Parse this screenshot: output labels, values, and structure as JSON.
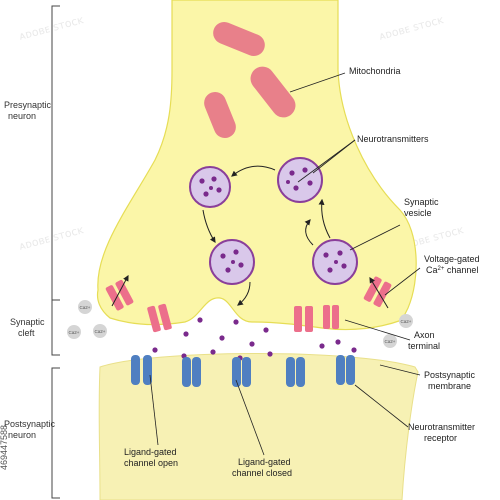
{
  "side_labels": {
    "presynaptic": [
      "Presynaptic",
      "neuron"
    ],
    "cleft": [
      "Synaptic",
      "cleft"
    ],
    "postsynaptic": [
      "Postsynaptic",
      "neuron"
    ]
  },
  "labels": {
    "mitochondria": "Mitochondria",
    "neurotransmitters": "Neurotransmitters",
    "synaptic_vesicle": [
      "Synaptic",
      "vesicle"
    ],
    "voltage_gated": [
      "Voltage-gated",
      "Ca",
      "2+",
      " channel"
    ],
    "axon_terminal": [
      "Axon",
      "terminal"
    ],
    "postsynaptic_membrane": [
      "Postsynaptic",
      "membrane"
    ],
    "neurotransmitter_receptor": [
      "Neurotransmitter",
      "receptor"
    ],
    "ligand_open": [
      "Ligand-gated",
      "channel open"
    ],
    "ligand_closed": [
      "Ligand-gated",
      "channel closed"
    ]
  },
  "ion_label": "Ca2+",
  "stock_id": "469447588",
  "colors": {
    "neuron_fill": "#fbf6a8",
    "neuron_stroke": "#e6dd55",
    "post_fill": "#f7f1b4",
    "mitochondria": "#e8808a",
    "vesicle_fill": "#d9c8ea",
    "vesicle_stroke": "#8a3f9a",
    "vesicle_dot": "#7a2a8c",
    "channel_pink": "#ec6f8b",
    "receptor_blue": "#4f7fc1",
    "ion_gray": "#d5d5d5"
  }
}
